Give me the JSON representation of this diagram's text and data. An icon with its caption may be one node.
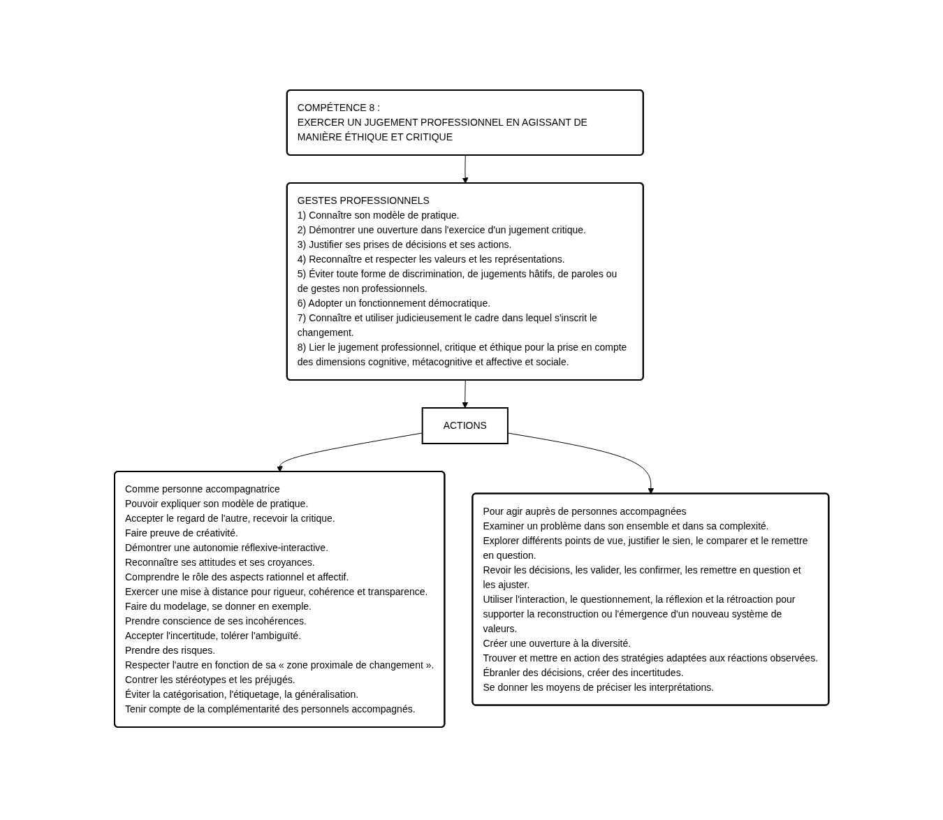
{
  "diagram": {
    "nodes": [
      {
        "text": [
          "COMPÉTENCE 8 :",
          "EXERCER UN JUGEMENT PROFESSIONNEL EN AGISSANT DE MANIÈRE ÉTHIQUE ET CRITIQUE"
        ]
      },
      {
        "text": [
          "GESTES PROFESSIONNELS",
          "1) Connaître son modèle de pratique.",
          "2) Démontrer une ouverture dans l'exercice d'un jugement critique.",
          "3) Justifier ses prises de décisions et ses actions.",
          "4) Reconnaître et respecter les valeurs et les représentations.",
          "5) Éviter toute forme de discrimination, de jugements hâtifs, de paroles ou de gestes non professionnels.",
          "6) Adopter un fonctionnement démocratique.",
          "7) Connaître et utiliser judicieusement le cadre dans lequel s'inscrit le changement.",
          "8) Lier le jugement professionnel, critique et éthique pour la prise en compte des dimensions cognitive, métacognitive et affective et sociale."
        ]
      },
      {
        "text": [
          "ACTIONS"
        ]
      },
      {
        "text": [
          "Comme personne accompagnatrice",
          "Pouvoir expliquer son modèle de pratique.",
          "Accepter le regard de l'autre, recevoir la critique.",
          "Faire preuve de créativité.",
          "Démontrer une autonomie réflexive-interactive.",
          "Reconnaître ses attitudes et ses croyances.",
          "Comprendre le rôle des aspects rationnel et affectif.",
          "Exercer une mise à distance pour rigueur, cohérence et transparence.",
          "Faire du modelage, se donner en exemple.",
          "Prendre conscience de ses incohérences.",
          "Accepter l'incertitude, tolérer l'ambiguïté.",
          "Prendre des risques.",
          "Respecter l'autre en fonction de sa « zone proximale de changement ».",
          "Contrer les stéréotypes et les préjugés.",
          "Éviter la catégorisation, l'étiquetage, la généralisation.",
          "Tenir compte de la complémentarité des personnels accompagnés."
        ]
      },
      {
        "text": [
          "Pour agir auprès de personnes accompagnées",
          "Examiner un problème dans son ensemble et dans sa complexité.",
          "Explorer différents points de vue, justifier le sien, le comparer et le remettre en question.",
          "Revoir les décisions, les valider, les confirmer, les remettre en question et les ajuster.",
          "Utiliser l'interaction, le questionnement, la réflexion et la rétroaction pour supporter la reconstruction ou l'émergence d'un nouveau système de valeurs.",
          "Créer une ouverture à la diversité.",
          "Trouver et mettre en action des stratégies adaptées aux réactions observées.",
          "Ébranler des décisions, créer des incertitudes.",
          "Se donner les moyens de préciser les interprétations."
        ]
      }
    ],
    "edges": [
      {
        "from": 0,
        "to": 1,
        "arrow": "to"
      },
      {
        "from": 1,
        "to": 2,
        "arrow": "to"
      },
      {
        "from": 2,
        "to": 3,
        "arrow": "to"
      },
      {
        "from": 2,
        "to": 4,
        "arrow": "to"
      }
    ]
  }
}
